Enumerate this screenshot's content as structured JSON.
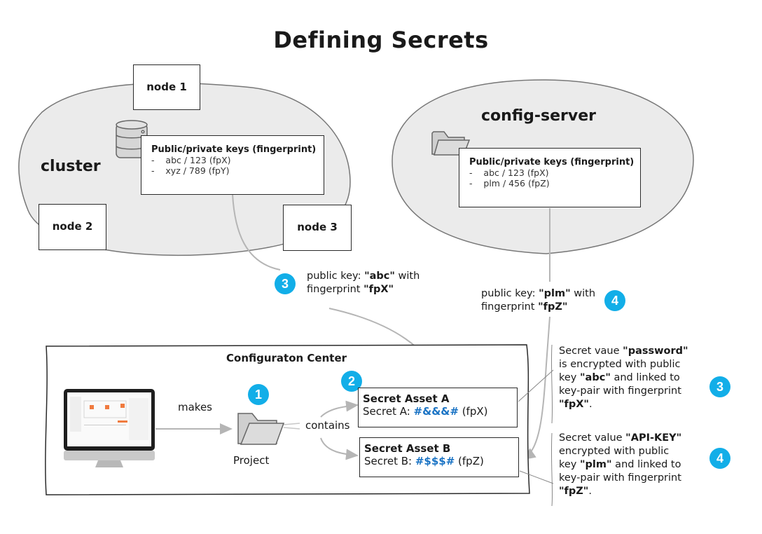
{
  "title": "Defining Secrets",
  "cluster": {
    "label": "cluster",
    "nodes": [
      "node 1",
      "node 2",
      "node 3"
    ],
    "icon": "database-icon",
    "keys_title": "Public/private keys (fingerprint)",
    "keys": [
      "-    abc / 123 (fpX)",
      "-    xyz / 789 (fpY)"
    ]
  },
  "config_server": {
    "label": "config-server",
    "icon": "folder-icon",
    "keys_title": "Public/private keys (fingerprint)",
    "keys": [
      "-    abc / 123 (fpX)",
      "-    plm / 456 (fpZ)"
    ]
  },
  "callout3": {
    "badge": "3",
    "line1_pre": "public key: ",
    "line1_bold": "\"abc\"",
    "line1_post": " with",
    "line2_pre": "fingerprint ",
    "line2_bold": "\"fpX\""
  },
  "callout4": {
    "badge": "4",
    "line1_pre": "public key: ",
    "line1_bold": "\"plm\"",
    "line1_post": " with",
    "line2_pre": "fingerprint ",
    "line2_bold": "\"fpZ\""
  },
  "config_center": {
    "label": "Configuraton Center",
    "monitor_icon": "monitor-icon",
    "makes_label": "makes",
    "badge1": "1",
    "badge2": "2",
    "project_label": "Project",
    "contains_label": "contains",
    "asset_a": {
      "title": "Secret Asset A",
      "line_pre": "Secret A: ",
      "value": "#&&&#",
      "fp": " (fpX)"
    },
    "asset_b": {
      "title": "Secret Asset B",
      "line_pre": "Secret B: ",
      "value": "#$$$#",
      "fp": " (fpZ)"
    }
  },
  "note3": {
    "badge": "3",
    "l1_pre": "Secret vaue ",
    "l1_bold": "\"password\"",
    "l2": "is encrypted with public",
    "l3_pre": "key ",
    "l3_bold": "\"abc\"",
    "l3_post": " and linked to",
    "l4": "key-pair with fingerprint",
    "l5_bold": "\"fpX\"",
    "l5_post": "."
  },
  "note4": {
    "badge": "4",
    "l1_pre": "Secret value ",
    "l1_bold": "\"API-KEY\"",
    "l2": "encrypted with public",
    "l3_pre": "key ",
    "l3_bold": "\"plm\"",
    "l3_post": " and linked to",
    "l4": "key-pair with fingerprint",
    "l5_bold": "\"fpZ\"",
    "l5_post": "."
  },
  "colors": {
    "badge": "#12aee8",
    "ellipse_fill": "#ebebeb",
    "connector": "#b5b5b5",
    "secret_value": "#1a73c4"
  }
}
